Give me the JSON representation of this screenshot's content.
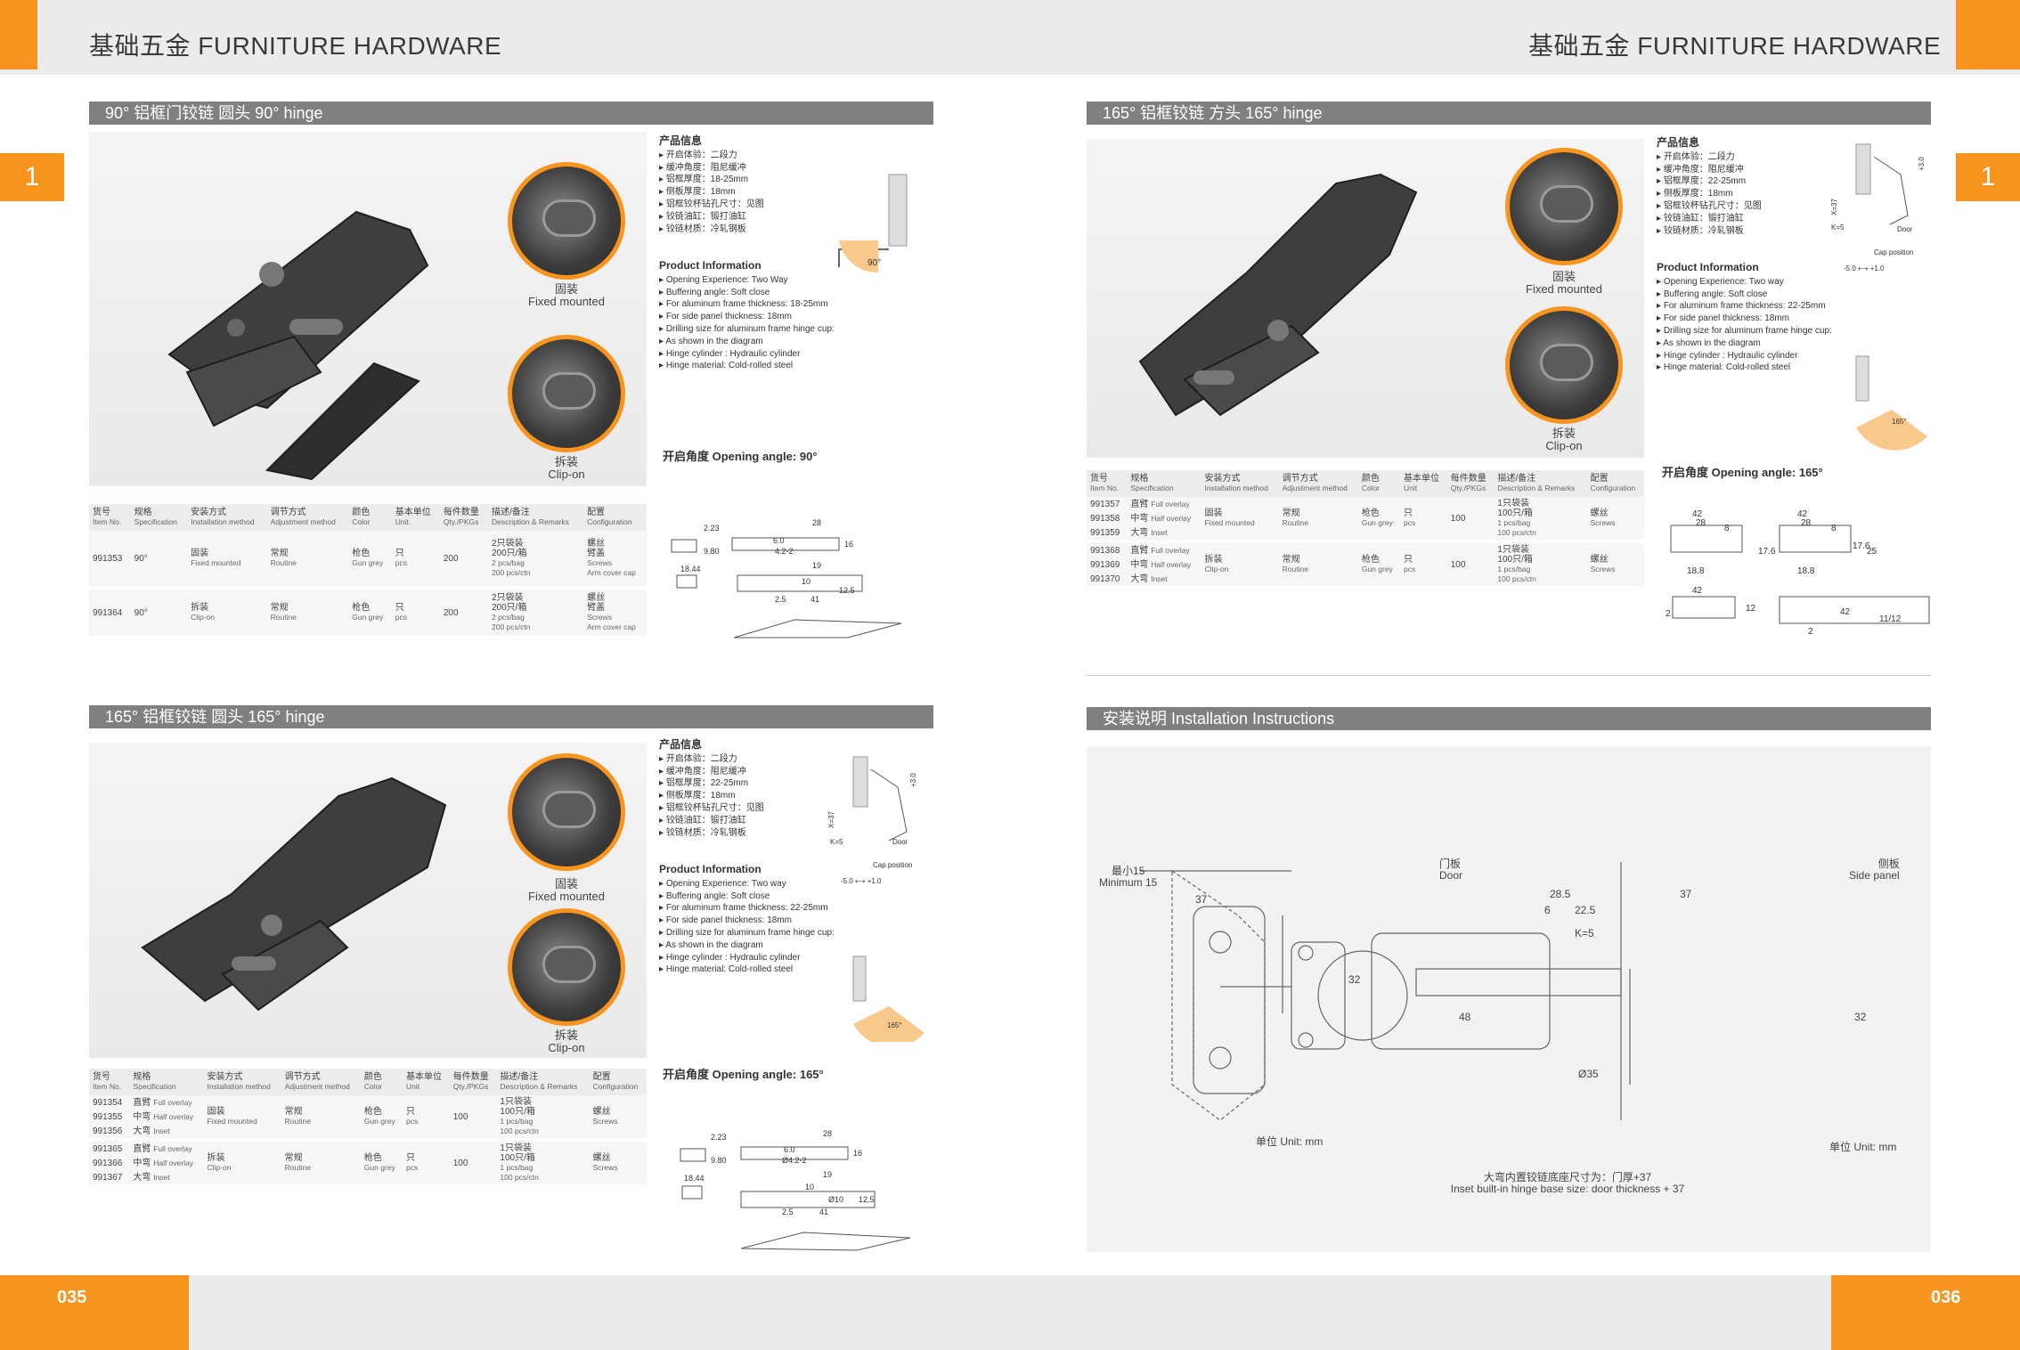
{
  "header": {
    "left_title": "基础五金  FURNITURE HARDWARE",
    "right_title": "基础五金  FURNITURE HARDWARE",
    "left_tab": "1",
    "right_tab": "1"
  },
  "footer": {
    "left_page": "035",
    "right_page": "036"
  },
  "colors": {
    "accent": "#f7941d",
    "bar_grey": "#808080",
    "band_grey": "#ebebeb"
  },
  "labels": {
    "fixed_cn": "固装",
    "fixed_en": "Fixed mounted",
    "clip_cn": "拆装",
    "clip_en": "Clip-on"
  },
  "info_cn": {
    "heading": "产品信息",
    "items_a": [
      "开启体验：二段力",
      "缓冲角度：阻尼缓冲",
      "铝框厚度：18-25mm",
      "侧板厚度：18mm",
      "铝框铰杯钻孔尺寸：见图",
      "铰链油缸：锻打油缸",
      "铰链材质：冷轧钢板"
    ],
    "items_b": [
      "开启体验：二段力",
      "缓冲角度：阻尼缓冲",
      "铝框厚度：22-25mm",
      "侧板厚度：18mm",
      "铝框铰杯钻孔尺寸：见图",
      "铰链油缸：锻打油缸",
      "铰链材质：冷轧钢板"
    ]
  },
  "info_en": {
    "heading": "Product Information",
    "items_a": [
      "Opening Experience: Two Way",
      "Buffering angle: Soft close",
      "For aluminum frame thickness: 18-25mm",
      "For side panel thickness: 18mm",
      "Drilling size for aluminum frame hinge cup:",
      "As shown in the diagram",
      "Hinge cylinder : Hydraulic cylinder",
      "Hinge material: Cold-rolled steel"
    ],
    "items_b": [
      "Opening Experience: Two way",
      "Buffering angle: Soft close",
      "For aluminum frame thickness: 22-25mm",
      "For side panel thickness: 18mm",
      "Drilling size for aluminum frame hinge cup:",
      "As shown in the diagram",
      "Hinge cylinder : Hydraulic cylinder",
      "Hinge material: Cold-rolled steel"
    ]
  },
  "sections": {
    "s1": {
      "title": "90° 铝框门铰链 圆头   90° hinge",
      "angle": "开启角度 Opening angle: 90°",
      "angle_mark": "90°"
    },
    "s2": {
      "title": "165° 铝框铰链 圆头   165° hinge",
      "angle": "开启角度 Opening angle: 165°",
      "angle_mark": "165°"
    },
    "s3": {
      "title": "165° 铝框铰链 方头   165° hinge",
      "angle": "开启角度 Opening angle: 165°",
      "angle_mark": "165°"
    },
    "s4": {
      "title": "安装说明   Installation Instructions"
    }
  },
  "table_head": [
    {
      "cn": "货号",
      "en": "Item No."
    },
    {
      "cn": "规格",
      "en": "Specification"
    },
    {
      "cn": "安装方式",
      "en": "Installation method"
    },
    {
      "cn": "调节方式",
      "en": "Adjustment method"
    },
    {
      "cn": "颜色",
      "en": "Color"
    },
    {
      "cn": "基本单位",
      "en": "Unit"
    },
    {
      "cn": "每件数量",
      "en": "Qty./PKGs"
    },
    {
      "cn": "描述/备注",
      "en": "Description & Remarks"
    },
    {
      "cn": "配置",
      "en": "Configuration"
    }
  ],
  "table1": [
    {
      "item": "991353",
      "spec": "90°",
      "inst_cn": "固装",
      "inst_en": "Fixed mounted",
      "adj_cn": "常规",
      "adj_en": "Routine",
      "color_cn": "枪色",
      "color_en": "Gun grey",
      "unit_cn": "只",
      "unit_en": "pcs",
      "qty": "200",
      "desc1": "2只袋装",
      "desc2": "200只/箱",
      "desc3": "2 pcs/bag",
      "desc4": "200 pcs/ctn",
      "conf1": "螺丝",
      "conf2": "臂盖",
      "conf3": "Screws",
      "conf4": "Arm cover cap"
    },
    {
      "item": "991364",
      "spec": "90°",
      "inst_cn": "拆装",
      "inst_en": "Clip-on",
      "adj_cn": "常规",
      "adj_en": "Routine",
      "color_cn": "枪色",
      "color_en": "Gun grey",
      "unit_cn": "只",
      "unit_en": "pcs",
      "qty": "200",
      "desc1": "2只袋装",
      "desc2": "200只/箱",
      "desc3": "2 pcs/bag",
      "desc4": "200 pcs/ctn",
      "conf1": "螺丝",
      "conf2": "臂盖",
      "conf3": "Screws",
      "conf4": "Arm cover cap"
    }
  ],
  "group_fixed": {
    "items": [
      "991354",
      "991355",
      "991356"
    ],
    "specs": [
      {
        "cn": "直臂",
        "en": "Full overlay"
      },
      {
        "cn": "中弯",
        "en": "Half overlay"
      },
      {
        "cn": "大弯",
        "en": "Inset"
      }
    ],
    "inst_cn": "固装",
    "inst_en": "Fixed mounted",
    "adj_cn": "常规",
    "adj_en": "Routine",
    "color_cn": "枪色",
    "color_en": "Gun grey",
    "unit_cn": "只",
    "unit_en": "pcs",
    "qty": "100",
    "desc1": "1只袋装",
    "desc2": "100只/箱",
    "desc3": "1 pcs/bag",
    "desc4": "100 pcs/ctn",
    "conf1": "螺丝",
    "conf2": "Screws"
  },
  "group_clip": {
    "items": [
      "991365",
      "991366",
      "991367"
    ],
    "specs": [
      {
        "cn": "直臂",
        "en": "Full overlay"
      },
      {
        "cn": "中弯",
        "en": "Half overlay"
      },
      {
        "cn": "大弯",
        "en": "Inset"
      }
    ],
    "inst_cn": "拆装",
    "inst_en": "Clip-on",
    "adj_cn": "常规",
    "adj_en": "Routine",
    "color_cn": "枪色",
    "color_en": "Gun grey",
    "unit_cn": "只",
    "unit_en": "pcs",
    "qty": "100",
    "desc1": "1只袋装",
    "desc2": "100只/箱",
    "desc3": "1 pcs/bag",
    "desc4": "100 pcs/ctn",
    "conf1": "螺丝",
    "conf2": "Screws"
  },
  "group_fixed_r": {
    "items": [
      "991357",
      "991358",
      "991359"
    ],
    "specs": [
      {
        "cn": "直臂",
        "en": "Full overlay"
      },
      {
        "cn": "中弯",
        "en": "Half overlay"
      },
      {
        "cn": "大弯",
        "en": "Inset"
      }
    ],
    "inst_cn": "固装",
    "inst_en": "Fixed mounted",
    "adj_cn": "常规",
    "adj_en": "Routine",
    "color_cn": "枪色",
    "color_en": "Gun grey",
    "unit_cn": "只",
    "unit_en": "pcs",
    "qty": "100",
    "desc1": "1只袋装",
    "desc2": "100只/箱",
    "desc3": "1 pcs/bag",
    "desc4": "100 pcs/ctn",
    "conf1": "螺丝",
    "conf2": "Screws"
  },
  "group_clip_r": {
    "items": [
      "991368",
      "991369",
      "991370"
    ],
    "specs": [
      {
        "cn": "直臂",
        "en": "Full overlay"
      },
      {
        "cn": "中弯",
        "en": "Half overlay"
      },
      {
        "cn": "大弯",
        "en": "Inset"
      }
    ],
    "inst_cn": "拆装",
    "inst_en": "Clip-on",
    "adj_cn": "常规",
    "adj_en": "Routine",
    "color_cn": "枪色",
    "color_en": "Gun grey",
    "unit_cn": "只",
    "unit_en": "pcs",
    "qty": "100",
    "desc1": "1只袋装",
    "desc2": "100只/箱",
    "desc3": "1 pcs/bag",
    "desc4": "100 pcs/ctn",
    "conf1": "螺丝",
    "conf2": "Screws"
  },
  "diagram_labels": {
    "side_panel_cn": "侧板",
    "side_panel_en": "Side panel",
    "door": "Door",
    "cap_position": "Cap position",
    "k5": "K=5",
    "x37": "X=37",
    "range": "-5.0 ⟷ +1.0",
    "up": "+3.0"
  },
  "dims_s1": {
    "d1": "2.23",
    "d2": "9.80",
    "d3": "18.44",
    "d4": "28",
    "d5": "6.0",
    "d6": "4.2-2",
    "d7": "16",
    "d8": "19",
    "d9": "10",
    "d10": "12.5",
    "d11": "2.5",
    "d12": "41"
  },
  "dims_s2": {
    "d1": "2.23",
    "d2": "9.80",
    "d3": "18.44",
    "d4": "28",
    "d5": "6.0",
    "d6": "Ø4.2-2",
    "d7": "16",
    "d8": "19",
    "d9": "10",
    "d10": "Ø10",
    "d11": "12.5",
    "d12": "2.5",
    "d13": "41"
  },
  "dims_s3": {
    "a": "42",
    "b": "28",
    "c": "8",
    "d": "17.6",
    "e": "18.8",
    "f": "25",
    "g": "12",
    "h": "2",
    "i": "11/12"
  },
  "install": {
    "min_cn": "最小15",
    "min_en": "Minimum 15",
    "d37": "37",
    "d32": "32",
    "d48": "48",
    "d285": "28.5",
    "d225": "22.5",
    "d6": "6",
    "k5": "K=5",
    "d35": "Ø35",
    "door_cn": "门板",
    "door_en": "Door",
    "side_cn": "侧板",
    "side_en": "Side panel",
    "unit_cn": "单位 Unit: mm",
    "note_cn": "大弯内置铰链底座尺寸为：门厚+37",
    "note_en": "Inset built-in hinge base size: door thickness + 37"
  }
}
